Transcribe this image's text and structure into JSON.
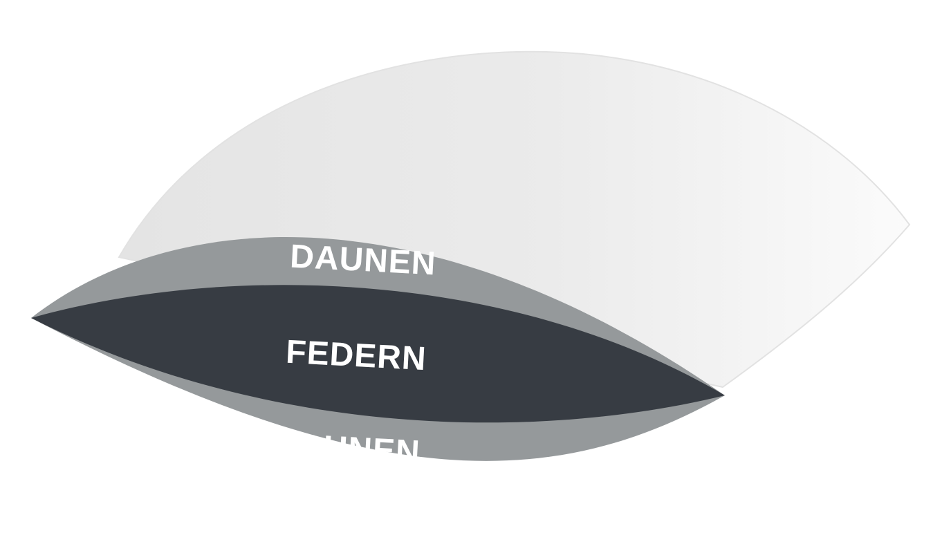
{
  "diagram": {
    "labels": {
      "top_layer": "DAUNEN",
      "core_layer": "FEDERN",
      "bottom_layer": "DAUNEN"
    },
    "colors": {
      "background": "#ffffff",
      "back_pillow": "#ececec",
      "back_pillow_edge": "#dcdcdc",
      "down_layer": "#95999b",
      "feather_core": "#373c43",
      "label_text": "#ffffff"
    }
  }
}
